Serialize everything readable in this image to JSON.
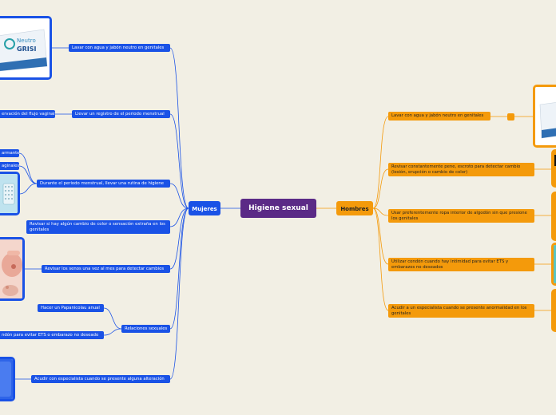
{
  "central": {
    "label": "Higiene sexual"
  },
  "mujeres": {
    "label": "Mujeres",
    "items": [
      "Lavar con agua y jabón neutro en genitales",
      "Llevar un registro de el periodo menstrual",
      "Durante el periodo menstrual, llevar una rutina de higiene",
      "Revisar si hay algún cambio de color o sensación extraña en los genitales",
      "Revisar los senos una vez al mes para detectar cambios",
      "Relaciones sexuales",
      "Acudir con especialista cuando se presente alguna alteración"
    ],
    "sub_registro": "ervación del flujo vaginal",
    "sub_periodo": [
      "armante",
      "aginales"
    ],
    "sub_relaciones": [
      "Hacer un Papanicolau anual",
      "ndón para evitar ETS o embarazo no deseado"
    ]
  },
  "hombres": {
    "label": "Hombres",
    "items": [
      "Lavar con agua y jabón neutro en genitales",
      "Revisar constantemente pene, escroto para detectar cambio (lesión, erupción o cambio de color)",
      "Usar preferentemente ropa interior de algodón sin que presione los genitales",
      "Utilizar condón cuando hay intimidad para evitar ETS y embarazos no deseados",
      "Acudir a un especialista cuando se presente anormalidad en los genitales"
    ]
  },
  "product": {
    "brand": "Neutro",
    "name": "GRISI"
  },
  "colors": {
    "mujeres": "#1a52e6",
    "hombres": "#f49a0b",
    "central": "#5b2a86",
    "background": "#f2efe4"
  }
}
